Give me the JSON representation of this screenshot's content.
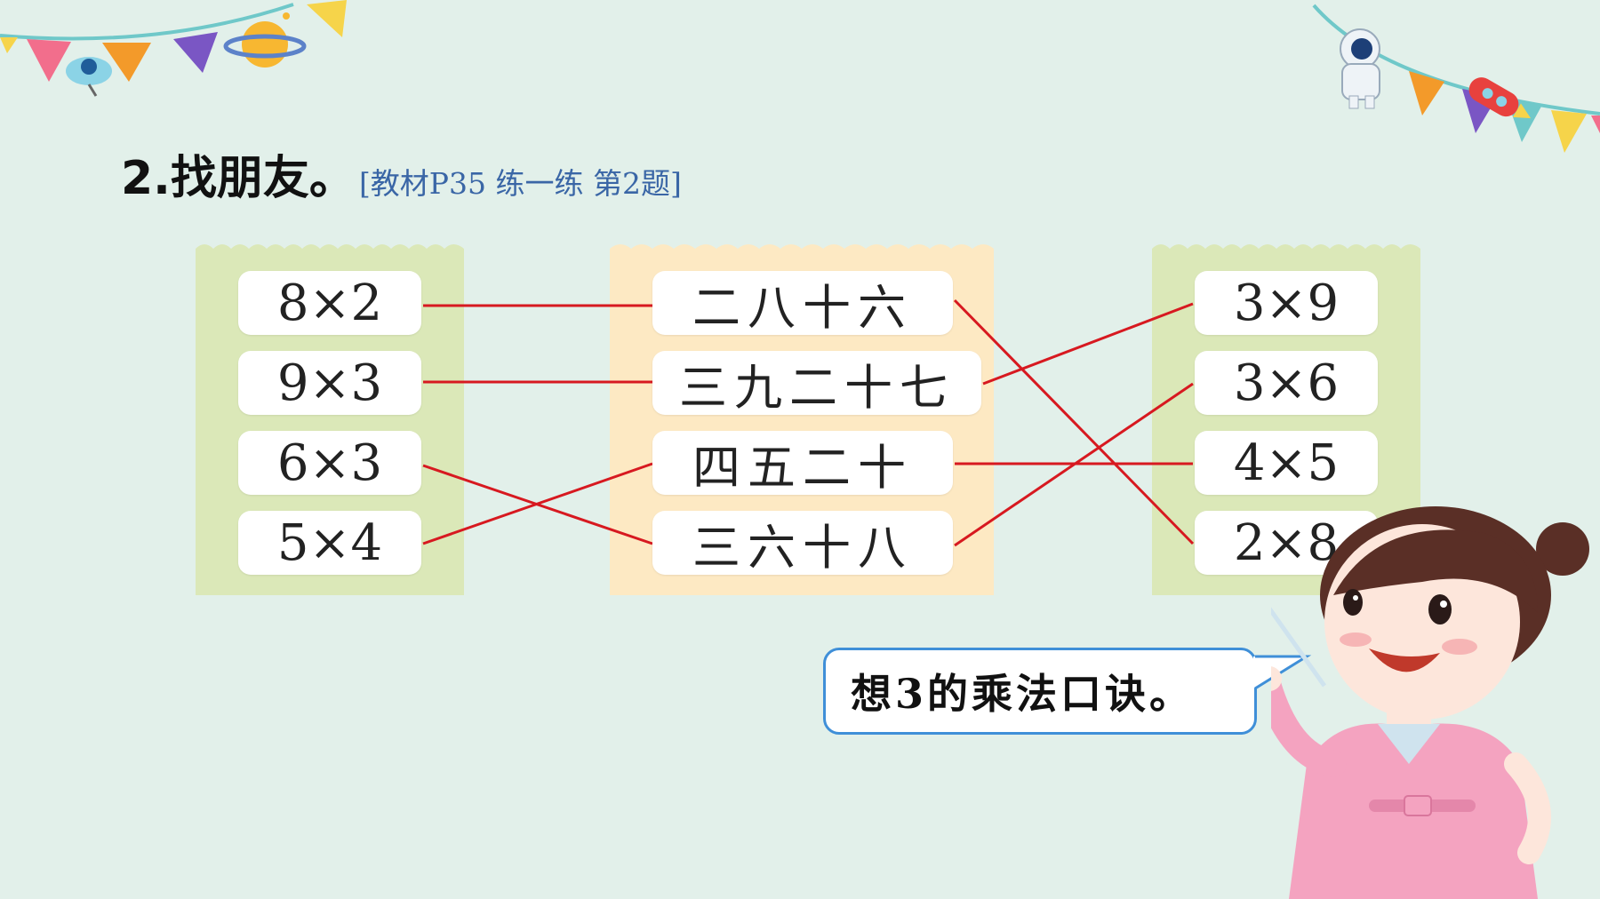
{
  "title": {
    "main": "2.找朋友。",
    "reference": "[教材P35 练一练 第2题]"
  },
  "columns": {
    "left": [
      "8×2",
      "9×3",
      "6×3",
      "5×4"
    ],
    "middle": [
      "二八十六",
      "三九二十七",
      "四五二十",
      "三六十八"
    ],
    "right": [
      "3×9",
      "3×6",
      "4×5",
      "2×8"
    ]
  },
  "speech_bubble": {
    "text": "想3的乘法口诀。"
  },
  "colors": {
    "background": "#e2f0ea",
    "left_panel": "#dbe8b8",
    "middle_panel": "#fde9c3",
    "right_panel": "#dbe8b8",
    "connector_lines": "#d71920",
    "bubble_border": "#3f8fd8",
    "reference_text": "#3a66a6"
  },
  "icons": [
    "bunting-flags-left",
    "satellite-icon",
    "planet-icon",
    "bunting-flags-right",
    "astronaut-icon",
    "rocket-icon",
    "teacher-illustration"
  ]
}
